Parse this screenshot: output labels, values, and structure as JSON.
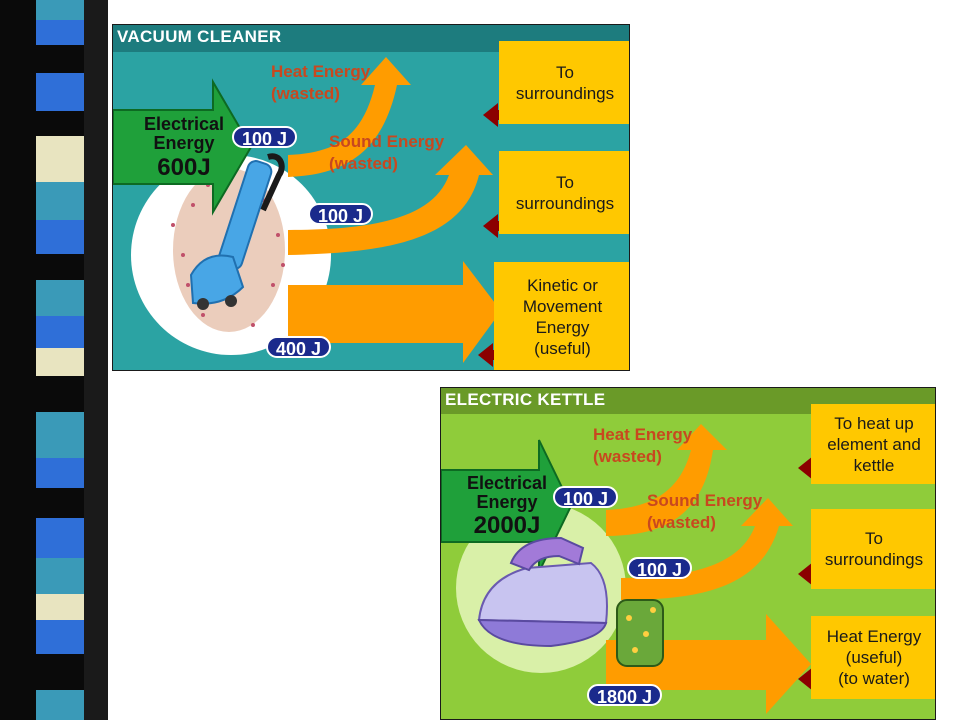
{
  "slide": {
    "colors": {
      "strip_dark": "#0a0a0a",
      "strip_blue": "#2f6fd8",
      "strip_teal": "#3a9ab8",
      "strip_cream": "#e8e4c0"
    }
  },
  "vacuum": {
    "title": "VACUUM CLEANER",
    "input_label": "Electrical\nEnergy",
    "input_value": "600J",
    "outputs": [
      {
        "name": "Heat Energy\n(wasted)",
        "value": "100 J",
        "destination": "To\nsurroundings"
      },
      {
        "name": "Sound Energy\n(wasted)",
        "value": "100 J",
        "destination": "To\nsurroundings"
      },
      {
        "name": "",
        "value": "400 J",
        "destination": "Kinetic or\nMovement\nEnergy\n(useful)"
      }
    ],
    "colors": {
      "background": "#2ba3a3",
      "title_bar": "#1d7c7e",
      "arrow": "#ff9c00",
      "box": "#ffc800",
      "label": "#c8481f",
      "input_arrow": "#1fa03a"
    }
  },
  "kettle": {
    "title": "ELECTRIC KETTLE",
    "input_label": "Electrical\nEnergy",
    "input_value": "2000J",
    "outputs": [
      {
        "name": "Heat Energy\n(wasted)",
        "value": "100 J",
        "destination": "To heat up\nelement and\nkettle"
      },
      {
        "name": "Sound Energy\n(wasted)",
        "value": "100 J",
        "destination": "To\nsurroundings"
      },
      {
        "name": "",
        "value": "1800 J",
        "destination": "Heat Energy\n(useful)\n(to water)"
      }
    ],
    "colors": {
      "background": "#8fcc3a",
      "title_bar": "#6a9a28",
      "arrow": "#ff9c00",
      "box": "#ffc800",
      "label": "#c8481f",
      "input_arrow": "#1fa03a"
    }
  }
}
